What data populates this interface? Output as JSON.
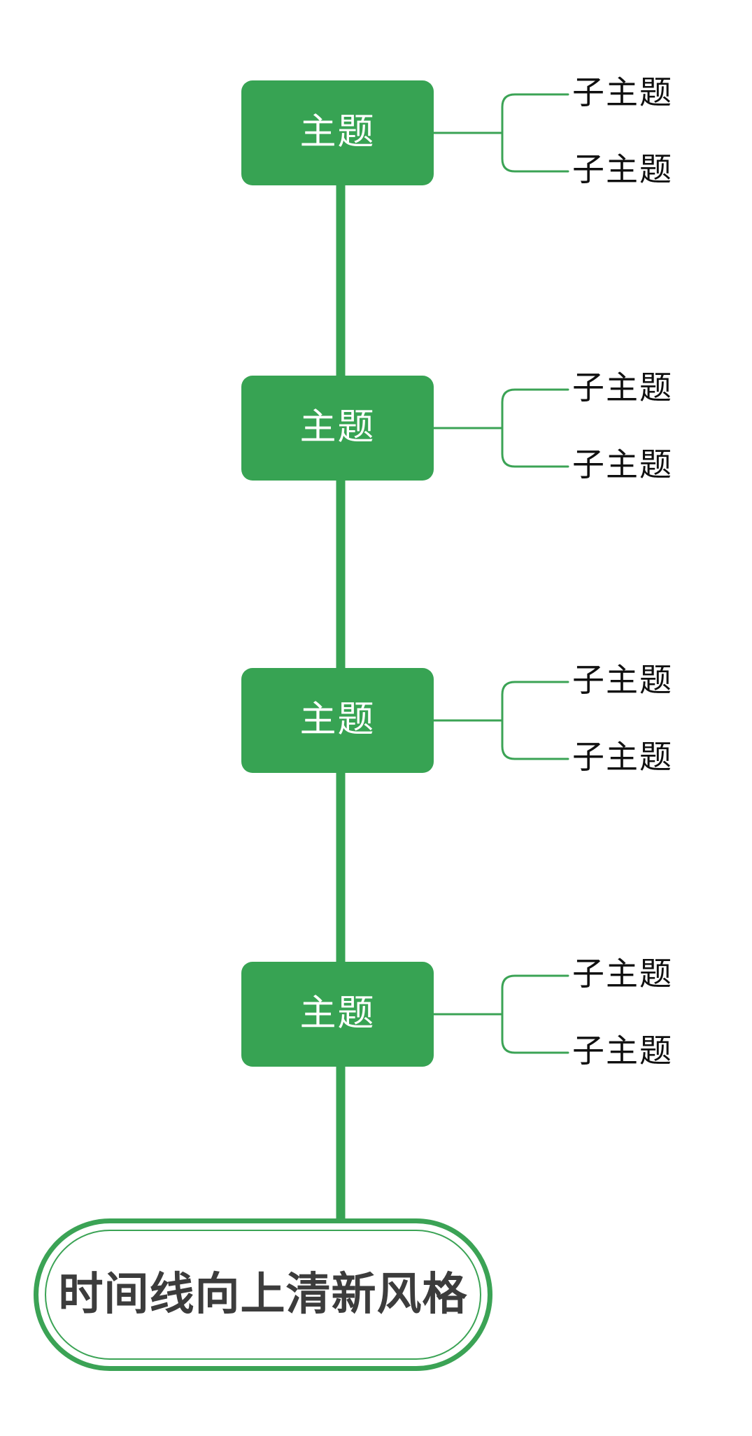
{
  "diagram": {
    "type": "timeline-mindmap",
    "direction": "bottom-up",
    "background_color": "#FFFFFF",
    "colors": {
      "node_fill": "#37A353",
      "node_text": "#FFFFFF",
      "spine": "#37A353",
      "branch_line": "#3BA355",
      "root_border": "#3BA355",
      "root_text": "#3C3C3C",
      "subtopic_text": "#101010"
    }
  },
  "root": {
    "label": "时间线向上清新风格"
  },
  "topics": [
    {
      "label": "主题",
      "subtopics": [
        {
          "label": "子主题"
        },
        {
          "label": "子主题"
        }
      ]
    },
    {
      "label": "主题",
      "subtopics": [
        {
          "label": "子主题"
        },
        {
          "label": "子主题"
        }
      ]
    },
    {
      "label": "主题",
      "subtopics": [
        {
          "label": "子主题"
        },
        {
          "label": "子主题"
        }
      ]
    },
    {
      "label": "主题",
      "subtopics": [
        {
          "label": "子主题"
        },
        {
          "label": "子主题"
        }
      ]
    }
  ]
}
